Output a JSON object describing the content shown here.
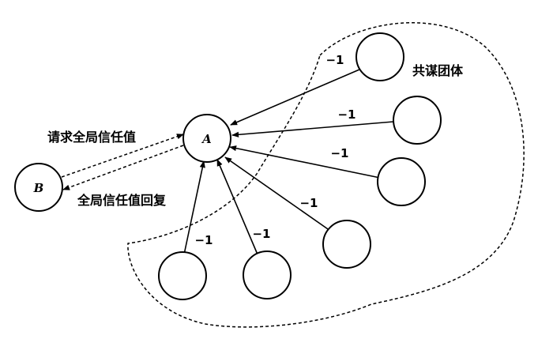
{
  "nodes": {
    "A": "A",
    "B": "B"
  },
  "labels": {
    "group": "共谋团体",
    "request": "请求全局信任值",
    "reply": "全局信任值回复"
  },
  "edge_weight": "−1",
  "colors": {
    "stroke": "#000000",
    "background": "#ffffff"
  }
}
